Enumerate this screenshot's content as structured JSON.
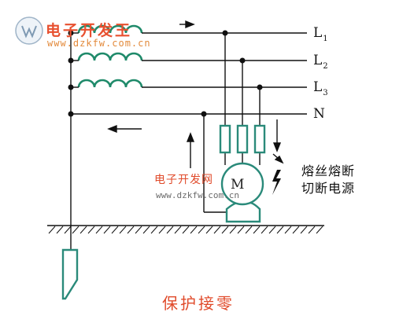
{
  "watermark_top": {
    "title": "电子开发王",
    "url": "www.dzkfw.com.cn"
  },
  "watermark_center": {
    "title": "电子开发网",
    "url": "www.dzkfw.com.cn"
  },
  "lines": {
    "l1_main": "L",
    "l1_sub": "1",
    "l2_main": "L",
    "l2_sub": "2",
    "l3_main": "L",
    "l3_sub": "3",
    "n": "N"
  },
  "motor_label": "M",
  "annotation": {
    "line1": "熔丝熔断",
    "line2": "切断电源"
  },
  "caption": "保护接零",
  "colors": {
    "wire": "#111111",
    "coil": "#1f8a6a",
    "component_outline": "#2a8a7a",
    "caption": "#e04a2a",
    "watermark": "#e8502f"
  }
}
